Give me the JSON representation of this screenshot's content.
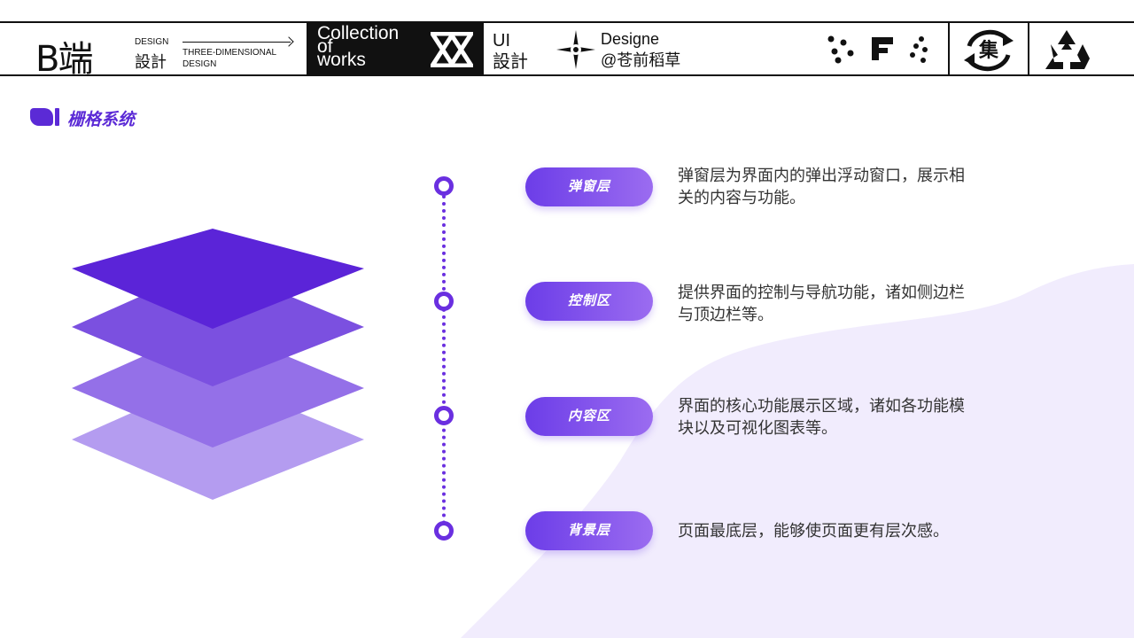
{
  "header": {
    "logo": "B端",
    "design_en": "DESIGN",
    "design_cn": "設計",
    "three_dimensional": "THREE-DIMENSIONAL",
    "design_en2": "DESIGN",
    "collection_lines": [
      "Collection",
      "of",
      "works"
    ],
    "ui_line1": "UI",
    "ui_line2": "設計",
    "designer_line1": "Designe",
    "designer_line2": "@苍前稻草",
    "ji_char": "集"
  },
  "section": {
    "title": "栅格系统"
  },
  "layers": [
    {
      "label": "弹窗层",
      "desc": "弹窗层为界面内的弹出浮动窗口，展示相关的内容与功能。"
    },
    {
      "label": "控制区",
      "desc": "提供界面的控制与导航功能，诸如侧边栏与顶边栏等。"
    },
    {
      "label": "内容区",
      "desc": "界面的核心功能展示区域，诸如各功能模块以及可视化图表等。"
    },
    {
      "label": "背景层",
      "desc": "页面最底层，能够使页面更有层次感。"
    }
  ],
  "colors": {
    "accent": "#5b2ad6",
    "layer1": "#5b24d8",
    "layer2": "#7b50e0",
    "layer3": "#9470e8",
    "layer4": "#b49cf0",
    "blob": "#f1ecfd"
  }
}
